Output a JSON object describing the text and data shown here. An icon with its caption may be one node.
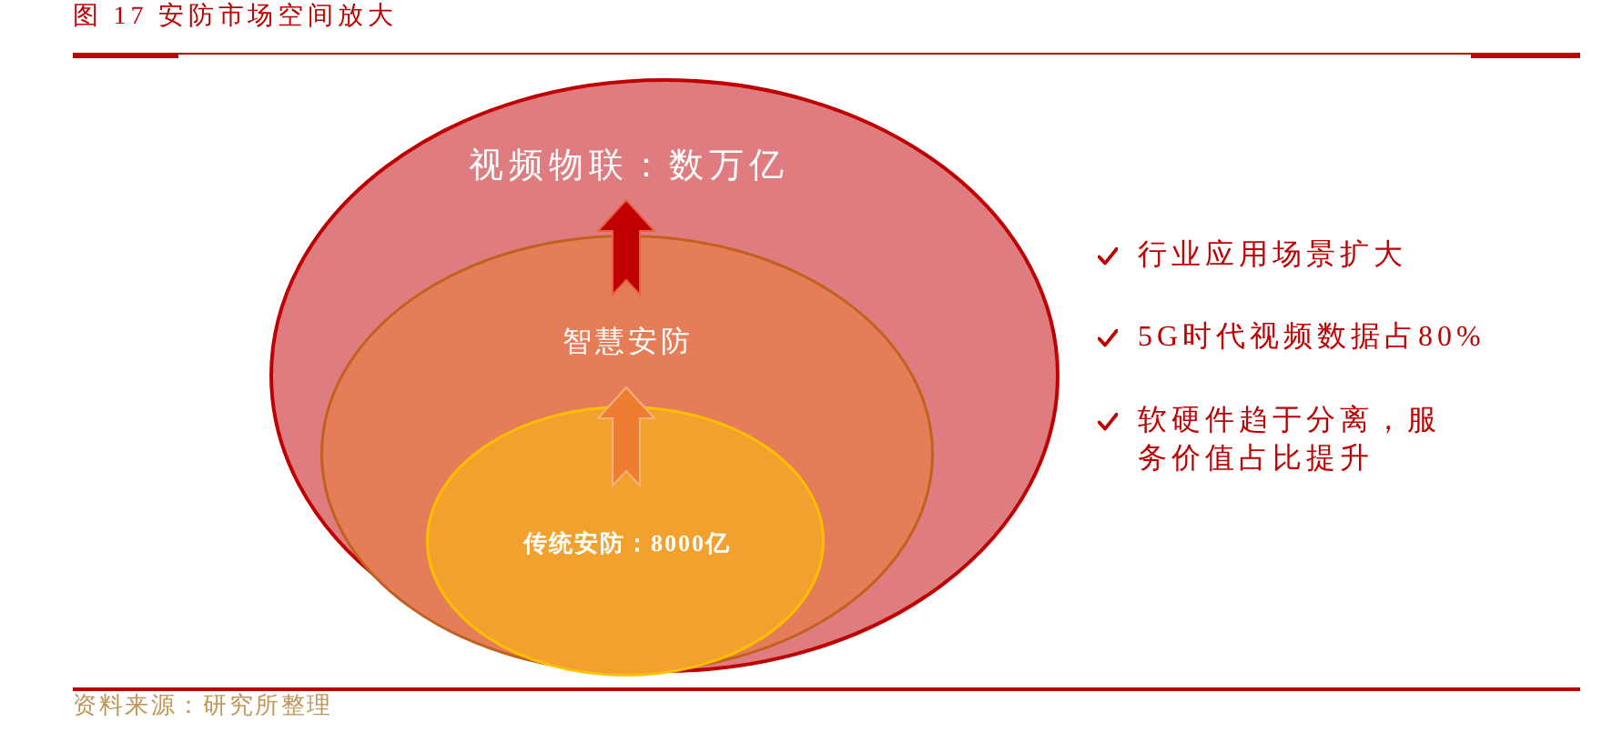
{
  "diagram": {
    "title": "图 17 安防市场空间放大",
    "nodes": [
      {
        "text": [
          "视频物联：数万亿"
        ]
      },
      {
        "text": [
          "智慧安防"
        ],
        "in": 0
      },
      {
        "text": [
          "传统安防：8000亿"
        ],
        "in": 1
      }
    ],
    "labels": [
      "行业应用场景扩大",
      "5G时代视频数据占80%",
      "软硬件趋于分离，服务价值占比提升",
      "资料来源：研究所整理"
    ]
  }
}
